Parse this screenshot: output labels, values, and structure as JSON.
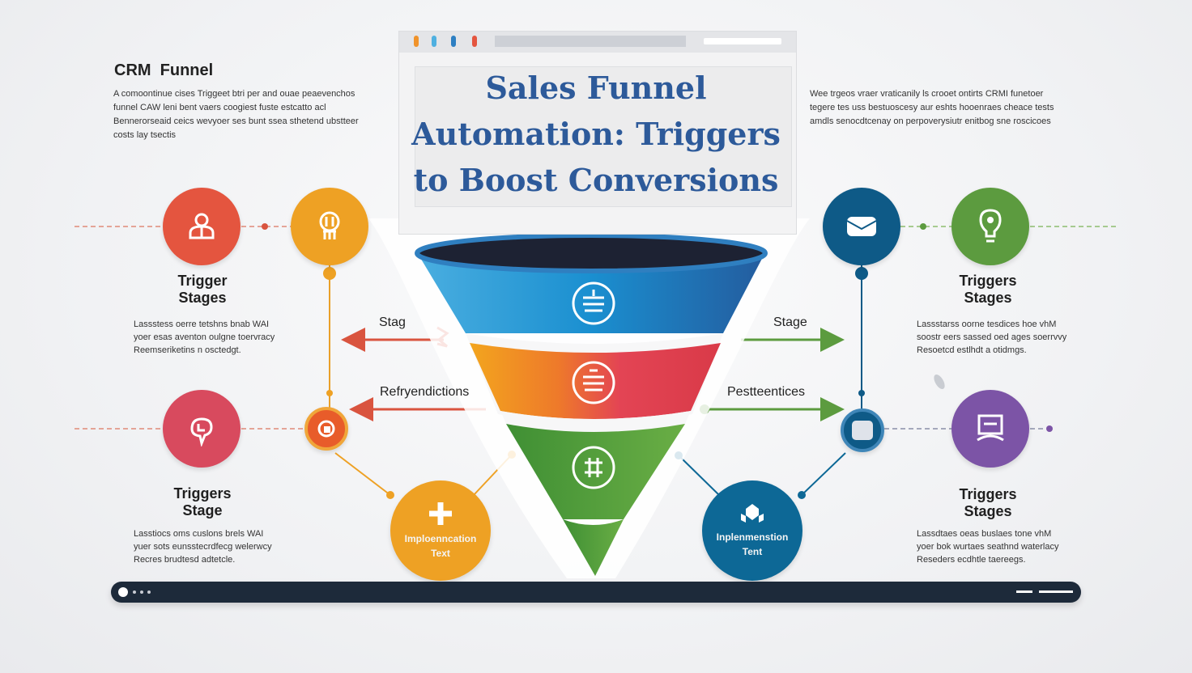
{
  "header": {
    "title_lines": [
      "Sales Funnel",
      "Automation: Triggers",
      "to Boost Conversions"
    ]
  },
  "left_intro": {
    "heading": "CRM  Funnel",
    "lines": [
      "A comoontinue cises Triggeet btri per and ouae peaevenchos",
      "funnel CAW leni bent vaers coogiest fuste estcatto acl",
      "Bennerorseaid ceics wevyoer ses bunt ssea sthetend ubstteer",
      "costs lay tsectis"
    ]
  },
  "right_intro": {
    "lines": [
      "Wee trgeos vraer vraticanily ls crooet ontirts CRMI funetoer",
      "tegere tes uss bestuoscesy aur eshts hooenraes cheace tests",
      "amdls senocdtcenay on perpoverysiutr enitbog sne roscicoes"
    ]
  },
  "nodes": {
    "top_left": {
      "color": "#e4553f",
      "icon": "person-icon",
      "label": [
        "Trigger",
        "Stages"
      ],
      "desc": [
        "Lassstess oerre tetshns bnab WAI",
        "yoer esas aventon oulgne toervracy",
        "Reemseriketins n osctedgt."
      ]
    },
    "bottom_left": {
      "color": "#d84a5e",
      "icon": "brain-icon",
      "label": [
        "Triggers",
        "Stage"
      ],
      "desc": [
        "Lasstiocs oms cuslons brels WAI",
        "yuer sots eunsstecrdfecg welerwcy",
        "Recres brudtesd adtetcle."
      ]
    },
    "top_right": {
      "color": "#0e5a87",
      "icon": "mail-icon"
    },
    "far_right_top": {
      "color": "#5c9b3f",
      "icon": "lightbulb-icon",
      "label": [
        "Triggers",
        "Stages"
      ],
      "desc": [
        "Lassstarss oorne tesdices hoe vhM",
        "soostr eers sassed oed ages soerrvvy",
        "Resoetcd estlhdt a otidmgs."
      ]
    },
    "bottom_right": {
      "color": "#7c54a6",
      "icon": "monitor-icon",
      "label": [
        "Triggers",
        "Stages"
      ],
      "desc": [
        "Lassdtaes oeas buslaes tone vhM",
        "yoer bok wurtaes seathnd waterlacy",
        "Reseders ecdhtle taereegs."
      ]
    }
  },
  "bubbles": {
    "left": {
      "color": "#eea124",
      "icon": "plus-icon",
      "text": [
        "Imploenncation",
        "Text"
      ]
    },
    "right": {
      "color": "#0d6896",
      "icon": "boxes-icon",
      "text": [
        "Inplenmenstion",
        "Tent"
      ]
    }
  },
  "arrows": {
    "left_upper": "Stag",
    "left_lower": "Refryendictions",
    "right_upper": "Stage",
    "right_lower": "Pestteentices"
  },
  "funnel": {
    "layers": [
      {
        "name": "top",
        "color": "#1b87c6",
        "icon": "list-icon"
      },
      {
        "name": "middle",
        "color": "#e0404f",
        "icon": "stack-icon"
      },
      {
        "name": "bottom",
        "color": "#4a9b3c",
        "icon": "grid-icon"
      }
    ]
  }
}
